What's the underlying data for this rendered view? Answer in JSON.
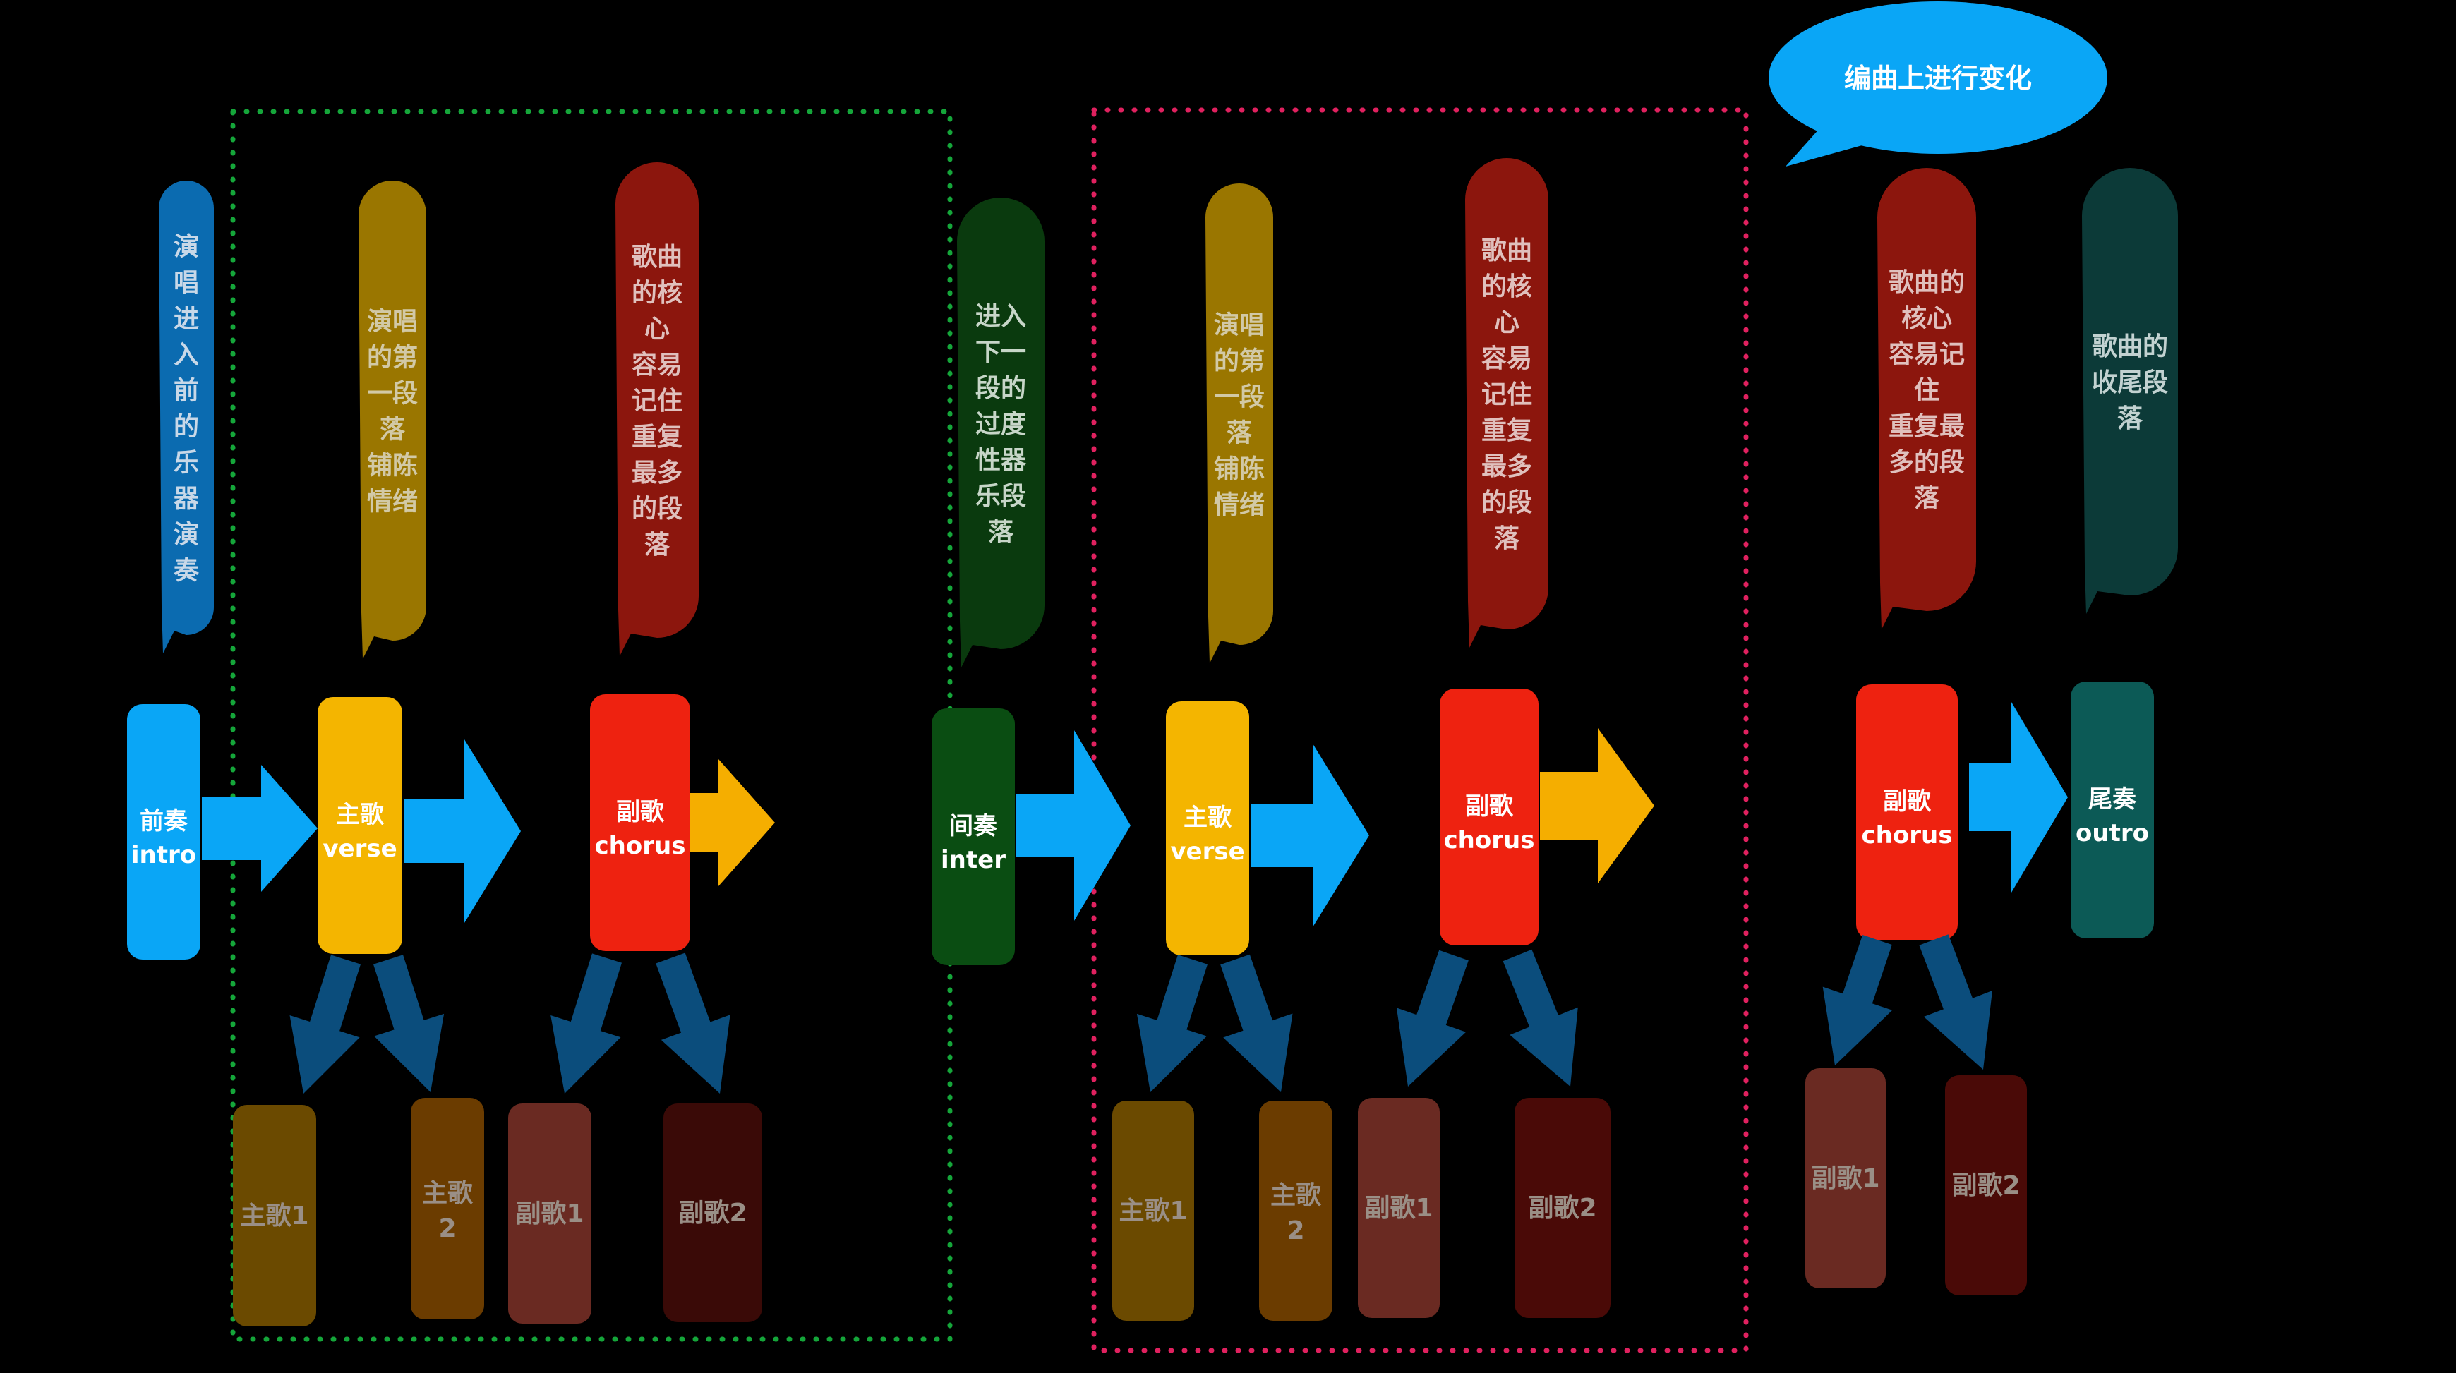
{
  "colors": {
    "background": "#000000",
    "arrow_main": "#0aa6f6",
    "arrow_to_sub": "#0b4d7c",
    "arrow_after_chorus": "#f5ae00",
    "dotted_group1": "#15a63a",
    "dotted_group2": "#e0215f",
    "speech_bubble": "#0aa6f6"
  },
  "speech_bubble": {
    "text": "编曲上进行变化"
  },
  "sections": [
    {
      "id": "intro1",
      "line1": "前奏",
      "line2": "intro",
      "color": "#0aa6f6",
      "callout": {
        "lines": [
          "演",
          "唱",
          "进",
          "入",
          "前",
          "的",
          "乐",
          "器",
          "演",
          "奏"
        ],
        "color": "#0b6bb0",
        "text_color": "#c8d8e8"
      }
    },
    {
      "id": "verse1",
      "line1": "主歌",
      "line2": "verse",
      "color": "#f4b500",
      "callout": {
        "lines": [
          "演唱",
          "的第",
          "一段",
          "落",
          "铺陈",
          "情绪"
        ],
        "color": "#9a7600",
        "text_color": "#d2c9a6"
      },
      "subs": [
        {
          "line1": "主歌1",
          "line2": "",
          "color": "#6b4a00"
        },
        {
          "line1": "主歌",
          "line2": "2",
          "color": "#6b3c00"
        }
      ]
    },
    {
      "id": "chorus1",
      "line1": "副歌",
      "line2": "chorus",
      "color": "#ee2210",
      "callout": {
        "lines": [
          "歌曲",
          "的核",
          "心",
          "容易",
          "记住",
          "重复",
          "最多",
          "的段",
          "落"
        ],
        "color": "#8c160d",
        "text_color": "#e0c0bd"
      },
      "subs": [
        {
          "line1": "副歌1",
          "line2": "",
          "color": "#6a2a22"
        },
        {
          "line1": "副歌2",
          "line2": "",
          "color": "#3a0a07"
        }
      ]
    },
    {
      "id": "inter",
      "line1": "间奏",
      "line2": "inter",
      "color": "#0a4d12",
      "callout": {
        "lines": [
          "进入",
          "下一",
          "段的",
          "过度",
          "性器",
          "乐段",
          "落"
        ],
        "color": "#0a3a0e",
        "text_color": "#c7d6c8"
      }
    },
    {
      "id": "verse2",
      "line1": "主歌",
      "line2": "verse",
      "color": "#f4b500",
      "callout": {
        "lines": [
          "演唱",
          "的第",
          "一段",
          "落",
          "铺陈",
          "情绪"
        ],
        "color": "#9a7600",
        "text_color": "#d2c9a6"
      },
      "subs": [
        {
          "line1": "主歌1",
          "line2": "",
          "color": "#6b4a00"
        },
        {
          "line1": "主歌",
          "line2": "2",
          "color": "#6b3c00"
        }
      ]
    },
    {
      "id": "chorus2",
      "line1": "副歌",
      "line2": "chorus",
      "color": "#ee2210",
      "callout": {
        "lines": [
          "歌曲",
          "的核",
          "心",
          "容易",
          "记住",
          "重复",
          "最多",
          "的段",
          "落"
        ],
        "color": "#8c160d",
        "text_color": "#e0c0bd"
      },
      "subs": [
        {
          "line1": "副歌1",
          "line2": "",
          "color": "#6a2a22"
        },
        {
          "line1": "副歌2",
          "line2": "",
          "color": "#4a0a07"
        }
      ]
    },
    {
      "id": "chorus3",
      "line1": "副歌",
      "line2": "chorus",
      "color": "#ee2210",
      "callout": {
        "lines": [
          "歌曲的",
          "核心",
          "容易记",
          "住",
          "重复最",
          "多的段",
          "落"
        ],
        "color": "#8c160d",
        "text_color": "#e0c0bd"
      },
      "subs": [
        {
          "line1": "副歌1",
          "line2": "",
          "color": "#6a2a22"
        },
        {
          "line1": "副歌2",
          "line2": "",
          "color": "#4a0a07"
        }
      ]
    },
    {
      "id": "outro",
      "line1": "尾奏",
      "line2": "outro",
      "color": "#0c5a56",
      "callout": {
        "lines": [
          "歌曲的",
          "收尾段",
          "落"
        ],
        "color": "#0c3a38",
        "text_color": "#c2d2d1"
      }
    }
  ]
}
